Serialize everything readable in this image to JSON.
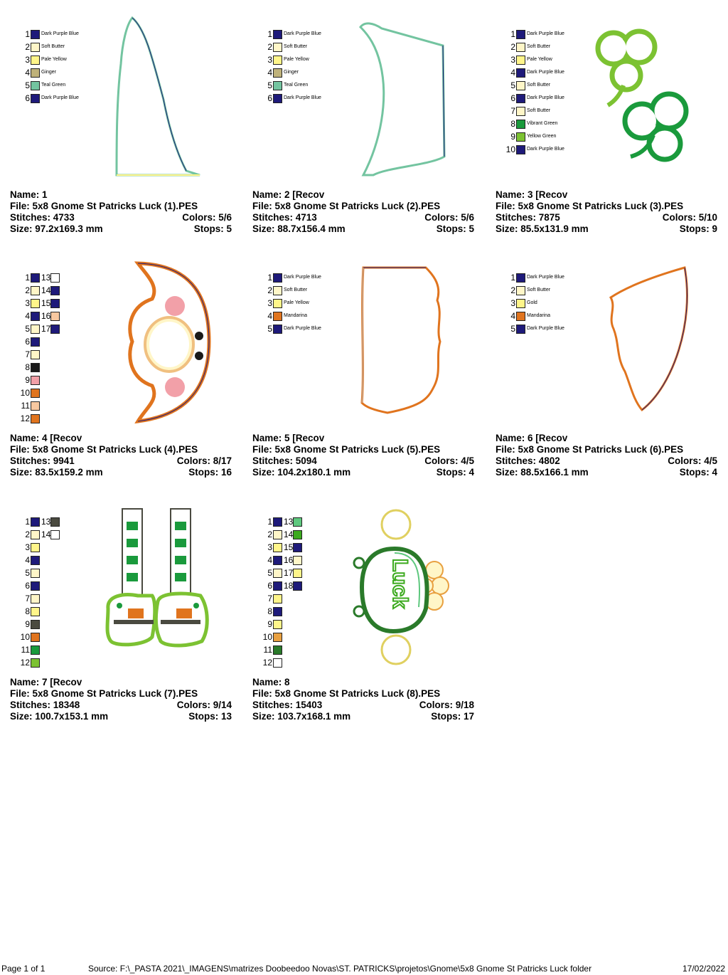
{
  "designs": [
    {
      "name": "Name: 1",
      "file": "File: 5x8 Gnome St Patricks Luck (1).PES",
      "stitches": "Stitches: 4733",
      "colors": "Colors: 5/6",
      "size": "Size: 97.2x169.3 mm",
      "stops": "Stops: 5",
      "legend_style": "named",
      "legend": [
        {
          "n": "1",
          "name": "Dark Purple Blue",
          "color": "#1e1a7a"
        },
        {
          "n": "2",
          "name": "Soft Butter",
          "color": "#fff6c8"
        },
        {
          "n": "3",
          "name": "Pale Yellow",
          "color": "#fff58a"
        },
        {
          "n": "4",
          "name": "Ginger",
          "color": "#bfb27a"
        },
        {
          "n": "5",
          "name": "Teal Green",
          "color": "#73c4a0"
        },
        {
          "n": "6",
          "name": "Dark Purple Blue",
          "color": "#1e1a7a"
        }
      ]
    },
    {
      "name": "Name: 2 [Recov",
      "file": "File: 5x8 Gnome St Patricks Luck (2).PES",
      "stitches": "Stitches: 4713",
      "colors": "Colors: 5/6",
      "size": "Size: 88.7x156.4 mm",
      "stops": "Stops: 5",
      "legend_style": "named",
      "legend": [
        {
          "n": "1",
          "name": "Dark Purple Blue",
          "color": "#1e1a7a"
        },
        {
          "n": "2",
          "name": "Soft Butter",
          "color": "#fff6c8"
        },
        {
          "n": "3",
          "name": "Pale Yellow",
          "color": "#fff58a"
        },
        {
          "n": "4",
          "name": "Ginger",
          "color": "#bfb27a"
        },
        {
          "n": "5",
          "name": "Teal Green",
          "color": "#73c4a0"
        },
        {
          "n": "6",
          "name": "Dark Purple Blue",
          "color": "#1e1a7a"
        }
      ]
    },
    {
      "name": "Name: 3 [Recov",
      "file": "File: 5x8 Gnome St Patricks Luck (3).PES",
      "stitches": "Stitches: 7875",
      "colors": "Colors: 5/10",
      "size": "Size: 85.5x131.9 mm",
      "stops": "Stops: 9",
      "legend_style": "named",
      "legend": [
        {
          "n": "1",
          "name": "Dark Purple Blue",
          "color": "#1e1a7a"
        },
        {
          "n": "2",
          "name": "Soft Butter",
          "color": "#fff6c8"
        },
        {
          "n": "3",
          "name": "Pale Yellow",
          "color": "#fff58a"
        },
        {
          "n": "4",
          "name": "Dark Purple Blue",
          "color": "#1e1a7a"
        },
        {
          "n": "5",
          "name": "Soft Butter",
          "color": "#fff6c8"
        },
        {
          "n": "6",
          "name": "Dark Purple Blue",
          "color": "#1e1a7a"
        },
        {
          "n": "7",
          "name": "Soft Butter",
          "color": "#fff6c8"
        },
        {
          "n": "8",
          "name": "Vibrant Green",
          "color": "#1a9a3c"
        },
        {
          "n": "9",
          "name": "Yellow Green",
          "color": "#7cc232"
        },
        {
          "n": "10",
          "name": "Dark Purple Blue",
          "color": "#1e1a7a"
        }
      ]
    },
    {
      "name": "Name: 4 [Recov",
      "file": "File: 5x8 Gnome St Patricks Luck (4).PES",
      "stitches": "Stitches: 9941",
      "colors": "Colors: 8/17",
      "size": "Size: 83.5x159.2 mm",
      "stops": "Stops: 16",
      "legend_style": "numbered",
      "legend": [
        {
          "n": "1",
          "color": "#1e1a7a"
        },
        {
          "n": "2",
          "color": "#fff6c8"
        },
        {
          "n": "3",
          "color": "#fff58a"
        },
        {
          "n": "4",
          "color": "#1e1a7a"
        },
        {
          "n": "5",
          "color": "#fff6c8"
        },
        {
          "n": "6",
          "color": "#1e1a7a"
        },
        {
          "n": "7",
          "color": "#fff6c8"
        },
        {
          "n": "8",
          "color": "#1a1a1a"
        },
        {
          "n": "9",
          "color": "#f2a0a8"
        },
        {
          "n": "10",
          "color": "#e0741e"
        },
        {
          "n": "11",
          "color": "#f8c8a0"
        },
        {
          "n": "12",
          "color": "#e0741e"
        }
      ],
      "legend2": [
        {
          "n": "13",
          "color": "#ffffff"
        },
        {
          "n": "14",
          "color": "#1e1a7a"
        },
        {
          "n": "15",
          "color": "#1e1a7a"
        },
        {
          "n": "16",
          "color": "#f8c8a0"
        },
        {
          "n": "17",
          "color": "#1e1a7a"
        }
      ]
    },
    {
      "name": "Name: 5 [Recov",
      "file": "File: 5x8 Gnome St Patricks Luck (5).PES",
      "stitches": "Stitches: 5094",
      "colors": "Colors: 4/5",
      "size": "Size: 104.2x180.1 mm",
      "stops": "Stops: 4",
      "legend_style": "named",
      "legend": [
        {
          "n": "1",
          "name": "Dark Purple Blue",
          "color": "#1e1a7a"
        },
        {
          "n": "2",
          "name": "Soft Butter",
          "color": "#fff6c8"
        },
        {
          "n": "3",
          "name": "Pale Yellow",
          "color": "#fff58a"
        },
        {
          "n": "4",
          "name": "Mandarina",
          "color": "#e0741e"
        },
        {
          "n": "5",
          "name": "Dark Purple Blue",
          "color": "#1e1a7a"
        }
      ]
    },
    {
      "name": "Name: 6 [Recov",
      "file": "File: 5x8 Gnome St Patricks Luck (6).PES",
      "stitches": "Stitches: 4802",
      "colors": "Colors: 4/5",
      "size": "Size: 88.5x166.1 mm",
      "stops": "Stops: 4",
      "legend_style": "named",
      "legend": [
        {
          "n": "1",
          "name": "Dark Purple Blue",
          "color": "#1e1a7a"
        },
        {
          "n": "2",
          "name": "Soft Butter",
          "color": "#fff6c8"
        },
        {
          "n": "3",
          "name": "Gold",
          "color": "#fff58a"
        },
        {
          "n": "4",
          "name": "Mandarina",
          "color": "#e0741e"
        },
        {
          "n": "5",
          "name": "Dark Purple Blue",
          "color": "#1e1a7a"
        }
      ]
    },
    {
      "name": "Name: 7 [Recov",
      "file": "File: 5x8 Gnome St Patricks Luck (7).PES",
      "stitches": "Stitches: 18348",
      "colors": "Colors: 9/14",
      "size": "Size: 100.7x153.1 mm",
      "stops": "Stops: 13",
      "legend_style": "numbered",
      "legend": [
        {
          "n": "1",
          "color": "#1e1a7a"
        },
        {
          "n": "2",
          "color": "#fff6c8"
        },
        {
          "n": "3",
          "color": "#fff58a"
        },
        {
          "n": "4",
          "color": "#1e1a7a"
        },
        {
          "n": "5",
          "color": "#fff6c8"
        },
        {
          "n": "6",
          "color": "#1e1a7a"
        },
        {
          "n": "7",
          "color": "#fff6c8"
        },
        {
          "n": "8",
          "color": "#fff58a"
        },
        {
          "n": "9",
          "color": "#4a4a40"
        },
        {
          "n": "10",
          "color": "#e0741e"
        },
        {
          "n": "11",
          "color": "#1a9a3c"
        },
        {
          "n": "12",
          "color": "#7cc232"
        }
      ],
      "legend2": [
        {
          "n": "13",
          "color": "#4a4a40"
        },
        {
          "n": "14",
          "color": "#ffffff"
        }
      ]
    },
    {
      "name": "Name: 8",
      "file": "File: 5x8 Gnome St Patricks Luck (8).PES",
      "stitches": "Stitches: 15403",
      "colors": "Colors: 9/18",
      "size": "Size: 103.7x168.1 mm",
      "stops": "Stops: 17",
      "legend_style": "numbered",
      "legend": [
        {
          "n": "1",
          "color": "#1e1a7a"
        },
        {
          "n": "2",
          "color": "#fff6c8"
        },
        {
          "n": "3",
          "color": "#fff58a"
        },
        {
          "n": "4",
          "color": "#1e1a7a"
        },
        {
          "n": "5",
          "color": "#fff6c8"
        },
        {
          "n": "6",
          "color": "#1e1a7a"
        },
        {
          "n": "7",
          "color": "#fff58a"
        },
        {
          "n": "8",
          "color": "#1e1a7a"
        },
        {
          "n": "9",
          "color": "#fff58a"
        },
        {
          "n": "10",
          "color": "#e8a040"
        },
        {
          "n": "11",
          "color": "#2a7a2a"
        },
        {
          "n": "12",
          "color": "#ffffff"
        }
      ],
      "legend2": [
        {
          "n": "13",
          "color": "#5ec87e"
        },
        {
          "n": "14",
          "color": "#3caa1e"
        },
        {
          "n": "15",
          "color": "#1e1a7a"
        },
        {
          "n": "16",
          "color": "#fff6c8"
        },
        {
          "n": "17",
          "color": "#fff58a"
        },
        {
          "n": "18",
          "color": "#1e1a7a"
        }
      ]
    }
  ],
  "luck_text": "Luck",
  "footer": {
    "page": "Page 1 of 1",
    "source": "Source: F:\\_PASTA 2021\\_IMAGENS\\matrizes Doobeedoo Novas\\ST. PATRICKS\\projetos\\Gnome\\5x8 Gnome St Patricks Luck folder",
    "date": "17/02/2022"
  }
}
